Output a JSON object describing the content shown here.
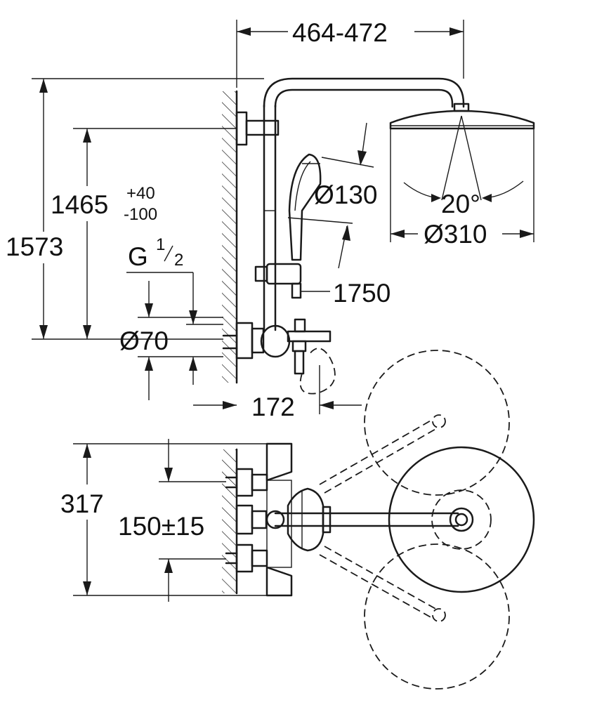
{
  "dimensions": {
    "arm_projection": "464-472",
    "total_height": "1573",
    "outlet_height": "1465",
    "outlet_tolerance_upper": "+40",
    "outlet_tolerance_lower": "-100",
    "connection_thread": "G",
    "connection_thread_num": "1",
    "connection_thread_den": "2",
    "escutcheon_diameter": "Ø70",
    "hand_shower_diameter": "Ø130",
    "head_shower_diameter": "Ø310",
    "spray_angle": "20°",
    "hose_length": "1750",
    "mixer_projection": "172",
    "plan_depth": "317",
    "inlet_spacing": "150±15"
  }
}
